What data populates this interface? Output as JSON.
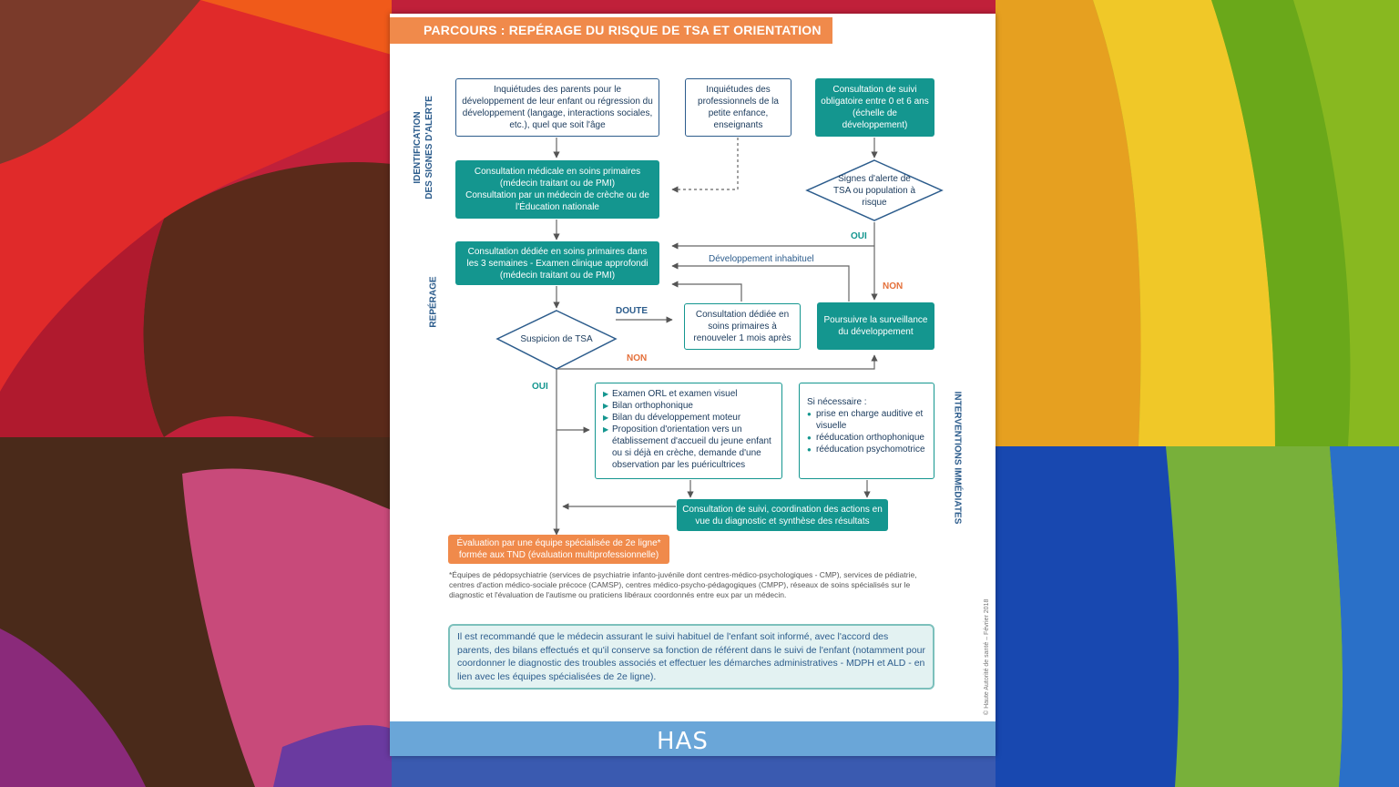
{
  "header": {
    "title": "PARCOURS : REPÉRAGE DU RISQUE DE TSA ET ORIENTATION"
  },
  "side_labels": {
    "identification_line1": "IDENTIFICATION",
    "identification_line2": "DES SIGNES D'ALERTE",
    "reperage": "REPÉRAGE",
    "interventions": "INTERVENTIONS IMMÉDIATES"
  },
  "boxes": {
    "parents": "Inquiétudes des parents pour le développement de leur enfant ou régression du développement (langage, interactions sociales, etc.), quel que soit l'âge",
    "professionnels": "Inquiétudes des professionnels de la petite enfance, enseignants",
    "suivi_obligatoire": "Consultation de suivi obligatoire entre 0 et 6 ans (échelle de développement)",
    "consultation_medicale_1": "Consultation médicale en soins primaires (médecin traitant ou de PMI)",
    "consultation_medicale_2": "Consultation par un médecin de crèche ou de l'Éducation nationale",
    "signes_alerte": "Signes d'alerte de TSA ou population à risque",
    "consultation_dediee": "Consultation dédiée en soins primaires dans les 3 semaines - Examen clinique approfondi (médecin traitant ou de PMI)",
    "suspicion": "Suspicion de TSA",
    "renouveler": "Consultation dédiée en soins primaires à renouveler 1 mois après",
    "poursuivre": "Poursuivre la surveillance du développement",
    "coordination": "Consultation de suivi, coordination des actions en vue du diagnostic et synthèse des résultats",
    "evaluation": "Évaluation par une équipe spécialisée de 2e ligne* formée aux TND (évaluation multiprofessionnelle)"
  },
  "exams": [
    "Examen ORL et examen visuel",
    "Bilan orthophonique",
    "Bilan du développement moteur",
    "Proposition d'orientation vers un établissement d'accueil du jeune enfant ou si déjà en crèche, demande d'une observation par les puéricultrices"
  ],
  "interventions": {
    "title": "Si nécessaire :",
    "items": [
      "prise en charge auditive et visuelle",
      "rééducation orthophonique",
      "rééducation psychomotrice"
    ]
  },
  "arrow_labels": {
    "oui_top": "OUI",
    "developpement_inhabituel": "Développement inhabituel",
    "non_right": "NON",
    "doute": "DOUTE",
    "non_middle": "NON",
    "oui_left": "OUI"
  },
  "footnote": "*Équipes de pédopsychiatrie (services de psychiatrie infanto-juvénile dont centres-médico-psychologiques - CMP), services de pédiatrie, centres d'action médico-sociale précoce (CAMSP), centres médico-psycho-pédagogiques (CMPP), réseaux de soins spécialisés sur le diagnostic et l'évaluation de l'autisme ou praticiens libéraux coordonnés entre eux par un médecin.",
  "recommendation": "Il est recommandé que le médecin assurant le suivi habituel de l'enfant soit informé, avec l'accord des parents, des bilans effectués et qu'il conserve sa fonction de référent dans le suivi de l'enfant (notamment pour coordonner le diagnostic des troubles associés et effectuer les démarches administratives - MDPH et ALD - en lien avec les équipes spécialisées de 2e ligne).",
  "copyright": "© Haute Autorité de santé – Février 2018",
  "logo": "HAS",
  "colors": {
    "teal": "#14968f",
    "orange": "#f08a4b",
    "blue": "#2c5c8c",
    "band": "#6aa6d8"
  }
}
